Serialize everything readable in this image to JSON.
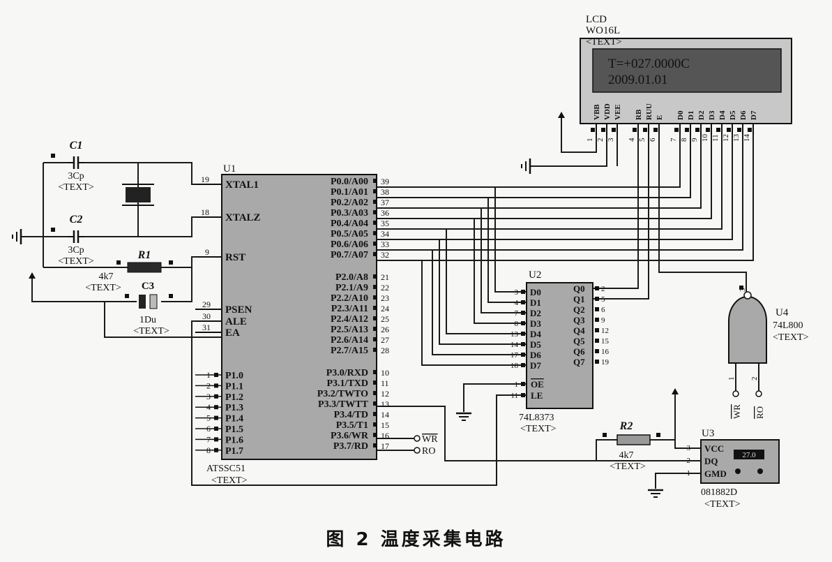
{
  "caption": "图 2   温度采集电路",
  "mcu": {
    "ref": "U1",
    "part": "ATSSC51",
    "text": "<TEXT>",
    "left_pins": [
      {
        "num": "19",
        "name": "XTAL1"
      },
      {
        "num": "18",
        "name": "XTALZ"
      },
      {
        "num": "9",
        "name": "RST"
      },
      {
        "num": "29",
        "name": "PSEN"
      },
      {
        "num": "30",
        "name": "ALE"
      },
      {
        "num": "31",
        "name": "EA"
      }
    ],
    "p1_pins": [
      {
        "num": "1",
        "name": "P1.0"
      },
      {
        "num": "2",
        "name": "P1.1"
      },
      {
        "num": "3",
        "name": "P1.2"
      },
      {
        "num": "4",
        "name": "P1.3"
      },
      {
        "num": "5",
        "name": "P1.4"
      },
      {
        "num": "6",
        "name": "P1.5"
      },
      {
        "num": "7",
        "name": "P1.6"
      },
      {
        "num": "8",
        "name": "P1.7"
      }
    ],
    "p0_pins": [
      {
        "name": "P0.0/A00",
        "num": "39"
      },
      {
        "name": "P0.1/A01",
        "num": "38"
      },
      {
        "name": "P0.2/A02",
        "num": "37"
      },
      {
        "name": "P0.3/A03",
        "num": "36"
      },
      {
        "name": "P0.4/A04",
        "num": "35"
      },
      {
        "name": "P0.5/A05",
        "num": "34"
      },
      {
        "name": "P0.6/A06",
        "num": "33"
      },
      {
        "name": "P0.7/A07",
        "num": "32"
      }
    ],
    "p2_pins": [
      {
        "name": "P2.0/A8",
        "num": "21"
      },
      {
        "name": "P2.1/A9",
        "num": "22"
      },
      {
        "name": "P2.2/A10",
        "num": "23"
      },
      {
        "name": "P2.3/A11",
        "num": "24"
      },
      {
        "name": "P2.4/A12",
        "num": "25"
      },
      {
        "name": "P2.5/A13",
        "num": "26"
      },
      {
        "name": "P2.6/A14",
        "num": "27"
      },
      {
        "name": "P2.7/A15",
        "num": "28"
      }
    ],
    "p3_pins": [
      {
        "name": "P3.0/RXD",
        "num": "10"
      },
      {
        "name": "P3.1/TXD",
        "num": "11"
      },
      {
        "name": "P3.2/TWTO",
        "num": "12"
      },
      {
        "name": "P3.3/TWTT",
        "num": "13"
      },
      {
        "name": "P3.4/TD",
        "num": "14"
      },
      {
        "name": "P3.5/T1",
        "num": "15"
      },
      {
        "name": "P3.6/WR",
        "num": "16"
      },
      {
        "name": "P3.7/RD",
        "num": "17"
      }
    ],
    "wr_label": "WR",
    "ro_label": "RO"
  },
  "lcd": {
    "ref": "LCD",
    "part": "WO16L",
    "text": "<TEXT>",
    "line1": "T=+027.0000C",
    "line2": "2009.01.01",
    "pins": [
      {
        "name": "VBB",
        "num": "1"
      },
      {
        "name": "VDD",
        "num": "2"
      },
      {
        "name": "VEE",
        "num": "3"
      },
      {
        "name": "RB",
        "num": "4"
      },
      {
        "name": "RUU",
        "num": "5"
      },
      {
        "name": "E",
        "num": "6"
      },
      {
        "name": "D0",
        "num": "7"
      },
      {
        "name": "D1",
        "num": "8"
      },
      {
        "name": "D2",
        "num": "9"
      },
      {
        "name": "D3",
        "num": "10"
      },
      {
        "name": "D4",
        "num": "11"
      },
      {
        "name": "D5",
        "num": "12"
      },
      {
        "name": "D6",
        "num": "13"
      },
      {
        "name": "D7",
        "num": "14"
      }
    ]
  },
  "latch": {
    "ref": "U2",
    "part": "74L8373",
    "text": "<TEXT>",
    "d_pins": [
      {
        "num": "3",
        "name": "D0"
      },
      {
        "num": "4",
        "name": "D1"
      },
      {
        "num": "7",
        "name": "D2"
      },
      {
        "num": "8",
        "name": "D3"
      },
      {
        "num": "13",
        "name": "D4"
      },
      {
        "num": "14",
        "name": "D5"
      },
      {
        "num": "17",
        "name": "D6"
      },
      {
        "num": "18",
        "name": "D7"
      }
    ],
    "q_pins": [
      {
        "name": "Q0",
        "num": "2"
      },
      {
        "name": "Q1",
        "num": "5"
      },
      {
        "name": "Q2",
        "num": "6"
      },
      {
        "name": "Q3",
        "num": "9"
      },
      {
        "name": "Q4",
        "num": "12"
      },
      {
        "name": "Q5",
        "num": "15"
      },
      {
        "name": "Q6",
        "num": "16"
      },
      {
        "name": "Q7",
        "num": "19"
      }
    ],
    "ctrl_pins": [
      {
        "num": "1",
        "name": "OE"
      },
      {
        "num": "11",
        "name": "LE"
      }
    ]
  },
  "gate": {
    "ref": "U4",
    "part": "74L800",
    "text": "<TEXT>",
    "out_pin": "3",
    "in_pins": [
      "1",
      "2"
    ],
    "in_labels": [
      "WR",
      "RO"
    ]
  },
  "sensor": {
    "ref": "U3",
    "part": "081882D",
    "text": "<TEXT>",
    "pins": [
      {
        "num": "3",
        "name": "VCC"
      },
      {
        "num": "2",
        "name": "DQ"
      },
      {
        "num": "1",
        "name": "GMD"
      }
    ],
    "display": "27.0"
  },
  "c1": {
    "ref": "C1",
    "value": "3Cp",
    "text": "<TEXT>"
  },
  "c2": {
    "ref": "C2",
    "value": "3Cp",
    "text": "<TEXT>"
  },
  "c3": {
    "ref": "C3",
    "value": "1Du",
    "text": "<TEXT>"
  },
  "r1": {
    "ref": "R1",
    "value": "4k7",
    "text": "<TEXT>"
  },
  "r2": {
    "ref": "R2",
    "value": "4k7",
    "text": "<TEXT>"
  }
}
